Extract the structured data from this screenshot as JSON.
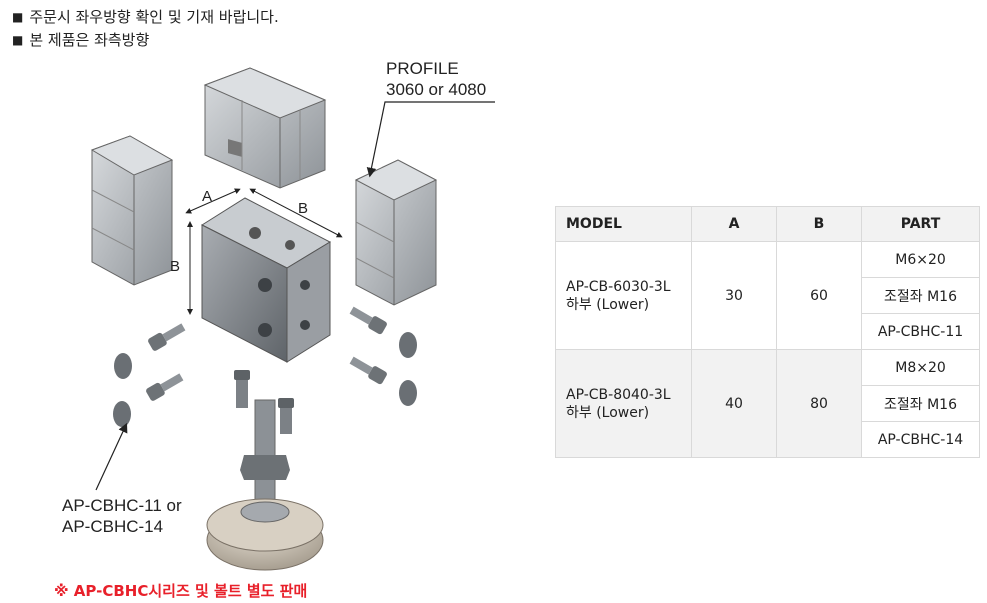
{
  "notes": [
    "주문시 좌우방향 확인 및 기재 바랍니다.",
    "본 제품은 좌측방향"
  ],
  "bullet": "■",
  "diagram": {
    "profile_label_line1": "PROFILE",
    "profile_label_line2": "3060 or 4080",
    "cbhc_label_line1": "AP-CBHC-11 or",
    "cbhc_label_line2": "AP-CBHC-14",
    "dim_a": "A",
    "dim_b": "B",
    "bottom_note": "※ AP-CBHC시리즈 및 볼트 별도 판매"
  },
  "table": {
    "headers": [
      "MODEL",
      "A",
      "B",
      "PART"
    ],
    "rows": [
      {
        "model_line1": "AP-CB-6030-3L",
        "model_line2": "하부 (Lower)",
        "a": "30",
        "b": "60",
        "parts": [
          "M6×20",
          "조절좌 M16",
          "AP-CBHC-11"
        ]
      },
      {
        "model_line1": "AP-CB-8040-3L",
        "model_line2": "하부 (Lower)",
        "a": "40",
        "b": "80",
        "parts": [
          "M8×20",
          "조절좌 M16",
          "AP-CBHC-14"
        ]
      }
    ]
  },
  "colors": {
    "accent_red": "#e8202a",
    "header_bg": "#f2f2f2",
    "part_metal": "#b8bcc0"
  }
}
